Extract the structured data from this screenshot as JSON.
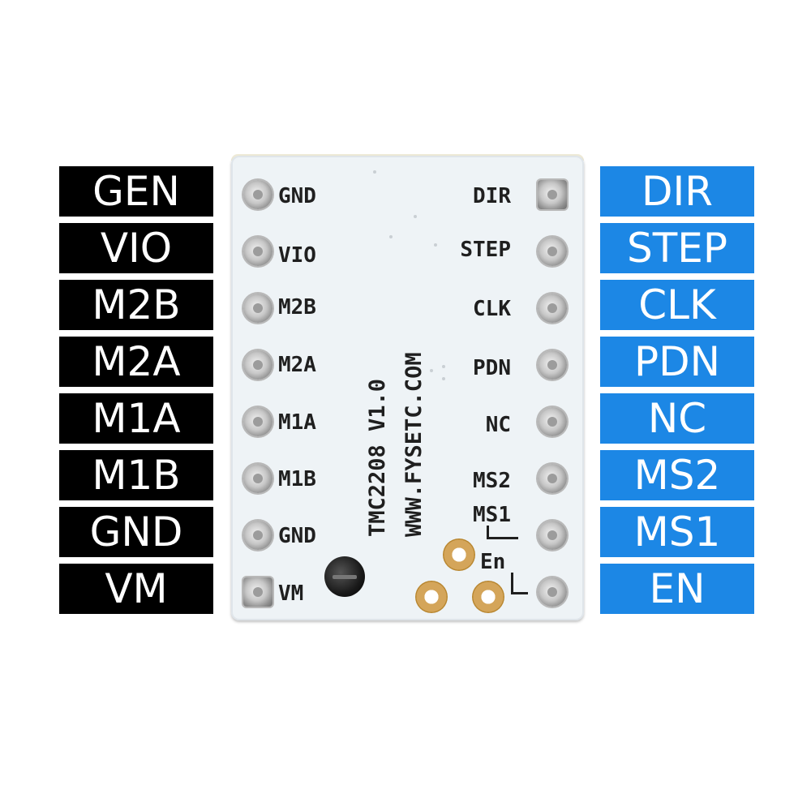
{
  "left_labels": [
    "GEN",
    "VIO",
    "M2B",
    "M2A",
    "M1A",
    "M1B",
    "GND",
    "VM"
  ],
  "right_labels": [
    "DIR",
    "STEP",
    "CLK",
    "PDN",
    "NC",
    "MS2",
    "MS1",
    "EN"
  ],
  "board": {
    "left_silk": [
      "GND",
      "VIO",
      "M2B",
      "M2A",
      "M1A",
      "M1B",
      "GND",
      "VM"
    ],
    "right_silk": [
      "DIR",
      "STEP",
      "CLK",
      "PDN",
      "NC",
      "MS2",
      "MS1"
    ],
    "jumper_label": "En",
    "model_text": "TMC2208 V1.0",
    "url_text": "WWW.FYSETC.COM"
  },
  "colors": {
    "left_label_bg": "#000000",
    "right_label_bg": "#1c87e5",
    "label_text": "#ffffff",
    "board": "#eef3f6"
  }
}
